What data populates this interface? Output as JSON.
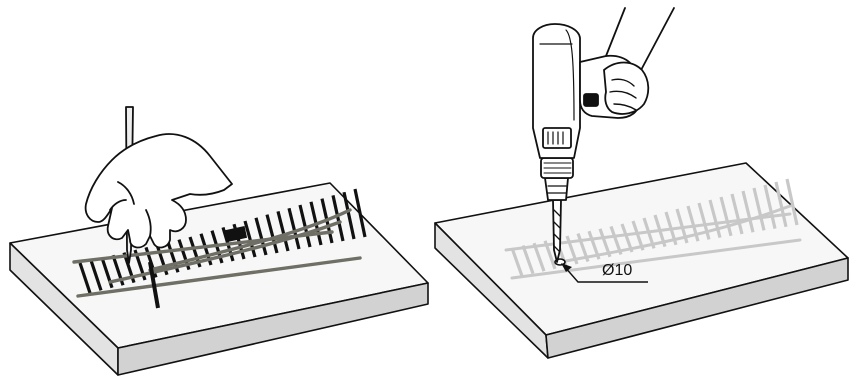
{
  "panels": [
    {
      "id": "mark",
      "tool": "pencil-icon"
    },
    {
      "id": "drill",
      "tool": "drill-icon"
    }
  ],
  "annotations": {
    "hole_diameter_label": "Ø10"
  },
  "colors": {
    "ink": "#111111",
    "board_top": "#f7f7f7",
    "board_side": "#dcdcdc",
    "rail": "#6f6f66",
    "ghost_track": "#c8c8c8"
  }
}
